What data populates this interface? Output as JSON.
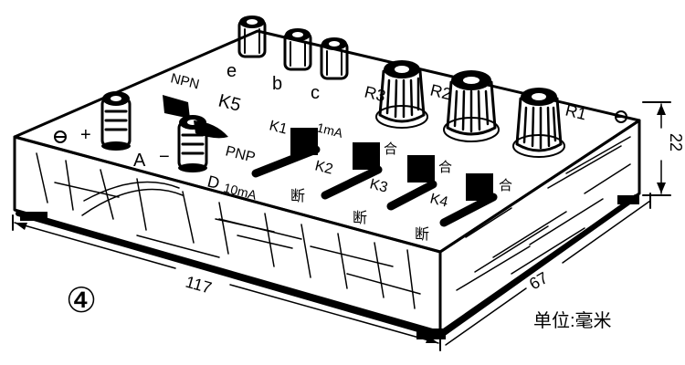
{
  "figure_number": "④",
  "unit_label": "单位:毫米",
  "dimensions": {
    "length": "117",
    "width": "67",
    "height": "22"
  },
  "panel_labels": {
    "npn": "NPN",
    "pnp": "PNP",
    "e": "e",
    "b": "b",
    "c": "c",
    "r3": "R3",
    "r2": "R2",
    "r1": "R1",
    "k5": "K5",
    "k1": "K1",
    "k2": "K2",
    "k3": "K3",
    "k4": "K4",
    "current_1ma": "1mA",
    "current_10ma": "10mA",
    "a": "A",
    "d": "D",
    "plus": "+",
    "minus": "−",
    "he_k2": "合",
    "he_k3": "合",
    "he_k4": "合",
    "duan_k1": "断",
    "duan_k2": "断",
    "duan_k3": "断"
  }
}
